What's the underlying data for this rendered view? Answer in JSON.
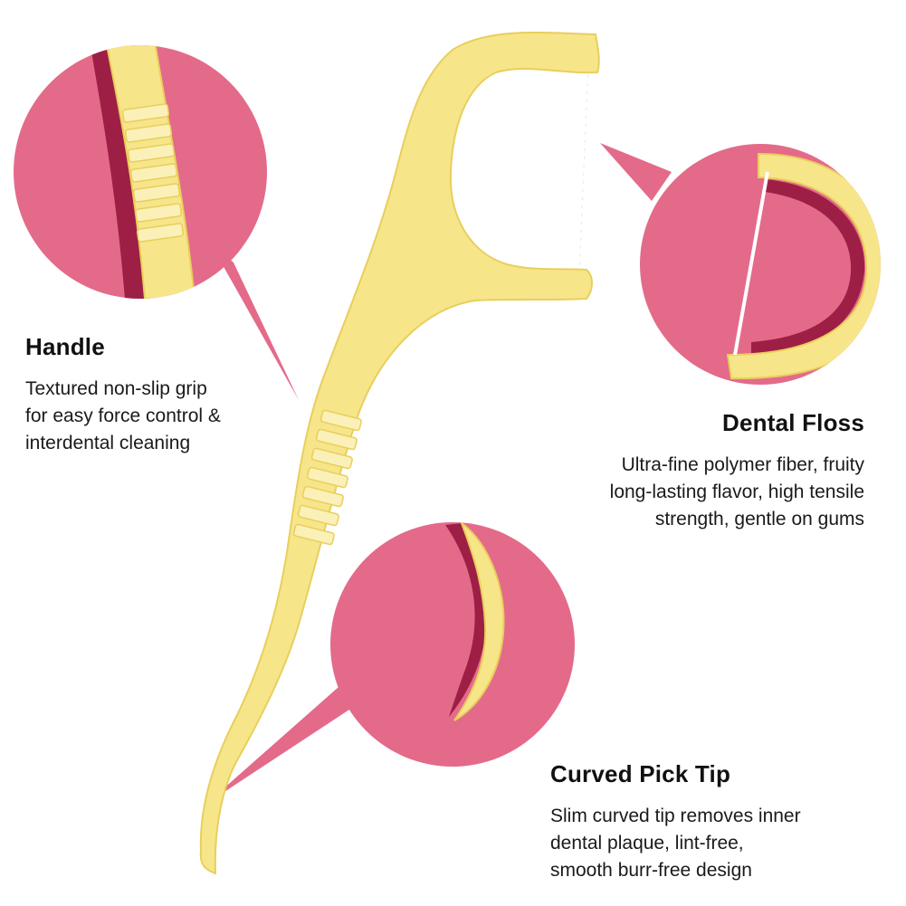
{
  "colors": {
    "circle_fill": "#e46a8a",
    "circle_shadow": "#9e1f45",
    "pick_yellow": "#f7e58a",
    "pick_outline": "#e8cf5c",
    "grip_stripe": "#fbf0b8",
    "floss": "#ffffff"
  },
  "callouts": {
    "handle": {
      "title": "Handle",
      "lines": [
        "Textured non-slip grip",
        "for easy force control &",
        "interdental cleaning"
      ]
    },
    "floss": {
      "title": "Dental Floss",
      "lines": [
        "Ultra-fine polymer fiber, fruity",
        "long-lasting flavor, high tensile",
        "strength, gentle on gums"
      ]
    },
    "tip": {
      "title": "Curved Pick Tip",
      "lines": [
        "Slim curved tip removes inner",
        "dental plaque, lint-free,",
        "smooth burr-free design"
      ]
    }
  }
}
